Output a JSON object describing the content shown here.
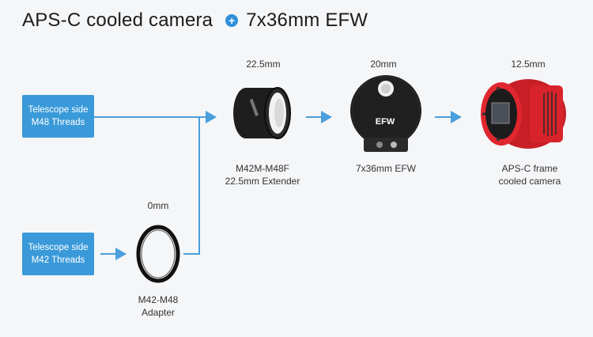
{
  "header": {
    "left_title": "APS-C cooled camera",
    "right_title": "7x36mm EFW",
    "plus_symbol": "+"
  },
  "inputs": {
    "m48": {
      "line1": "Telescope side",
      "line2": "M48 Threads"
    },
    "m42": {
      "line1": "Telescope side",
      "line2": "M42 Threads"
    }
  },
  "components": {
    "adapter": {
      "size": "0mm",
      "name_line1": "M42-M48",
      "name_line2": "Adapter"
    },
    "extender": {
      "size": "22.5mm",
      "name_line1": "M42M-M48F",
      "name_line2": "22.5mm Extender"
    },
    "efw": {
      "size": "20mm",
      "name_line1": "7x36mm EFW",
      "logo_text": "EFW"
    },
    "camera": {
      "size": "12.5mm",
      "name_line1": "APS-C frame",
      "name_line2": "cooled camera"
    }
  },
  "colors": {
    "accent": "#3a9ad9",
    "arrow": "#4a9fdc",
    "camera_red": "#d8232a"
  }
}
